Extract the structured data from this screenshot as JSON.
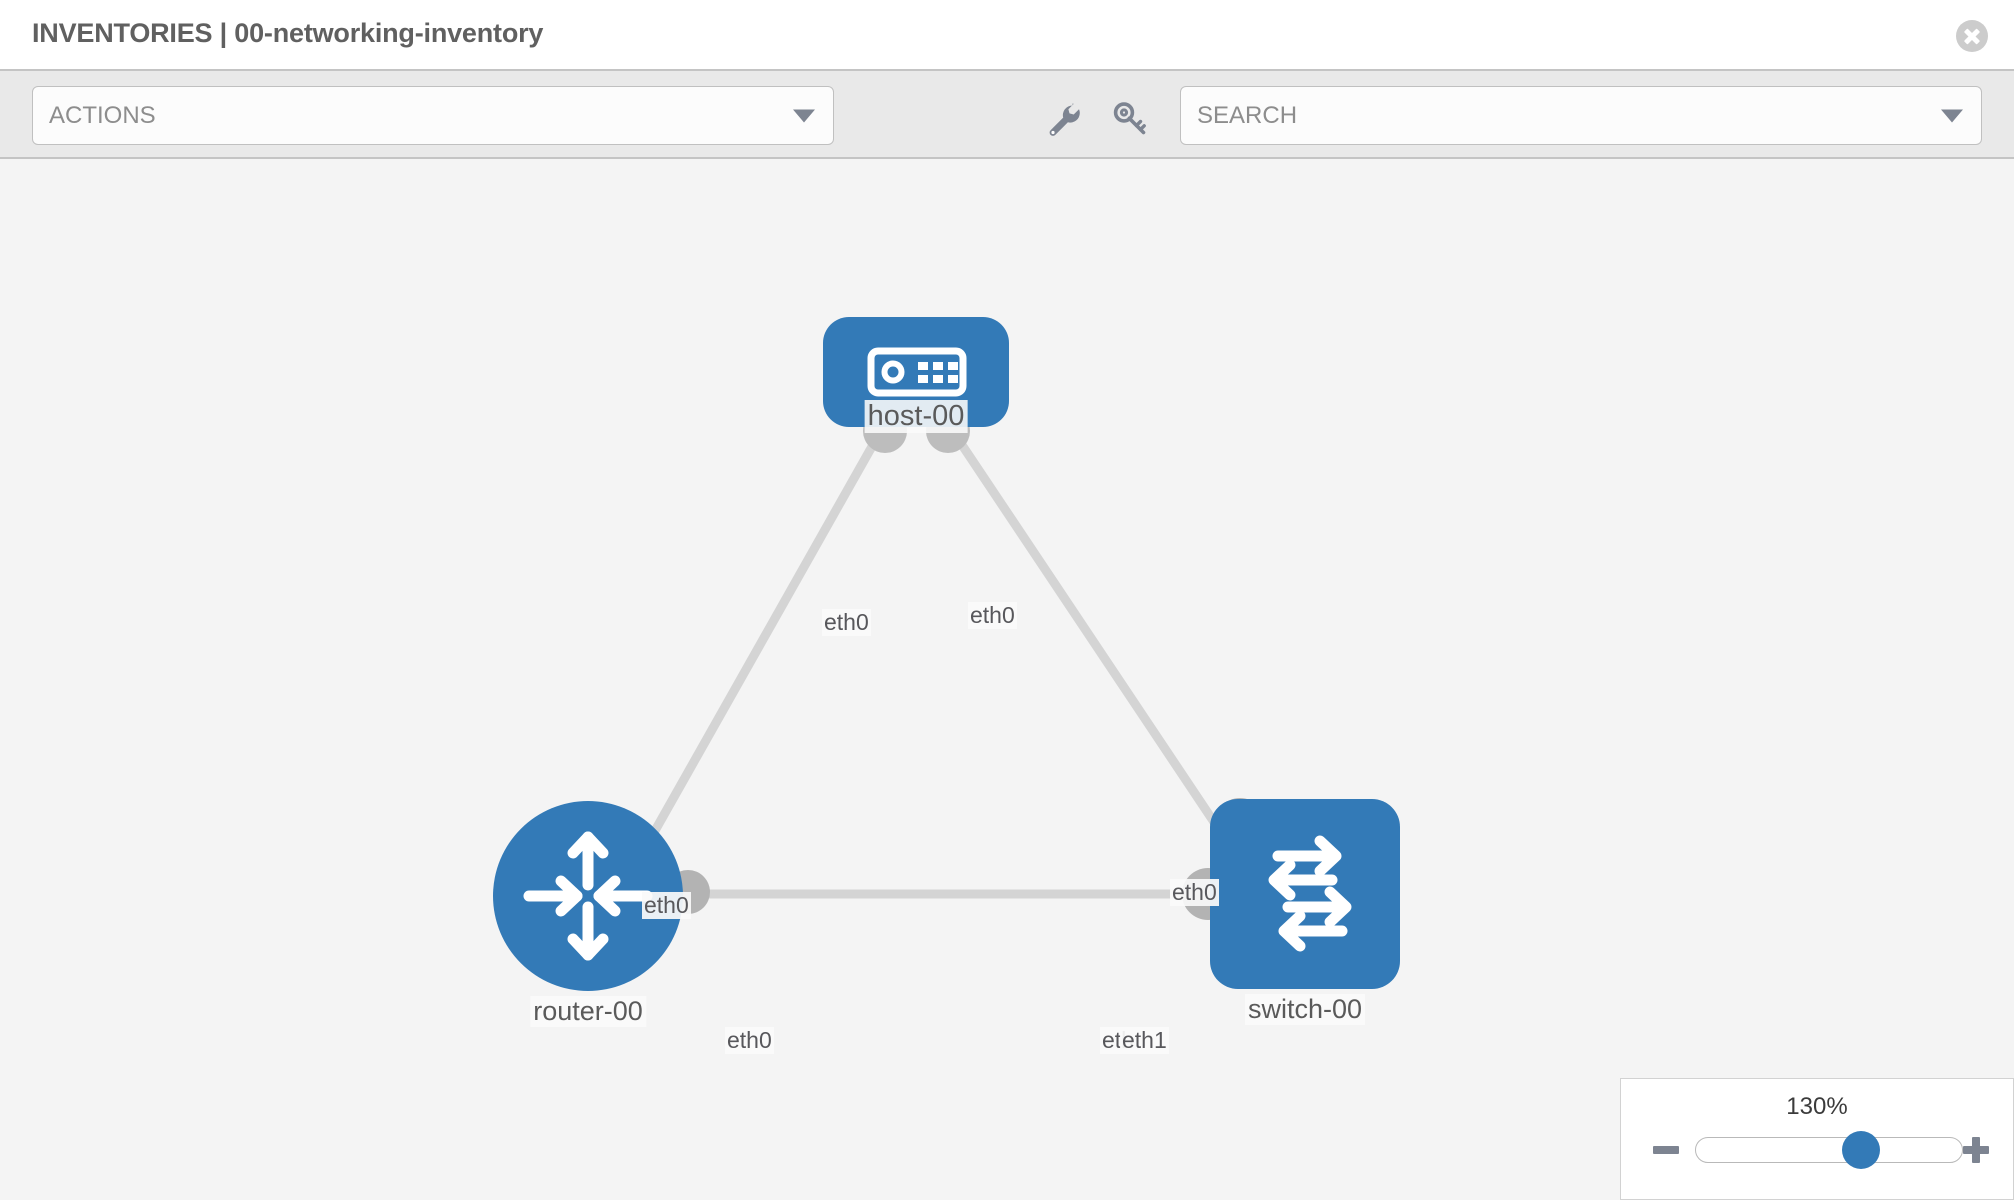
{
  "header": {
    "title": "INVENTORIES | 00-networking-inventory",
    "close_icon": "close-circle-icon"
  },
  "toolbar": {
    "actions_label": "ACTIONS",
    "actions_caret": "chevron-down-icon",
    "search_placeholder": "SEARCH",
    "search_caret": "chevron-down-icon",
    "wrench_icon": "wrench-icon",
    "key_icon": "key-icon"
  },
  "topology": {
    "nodes": [
      {
        "id": "host-00",
        "label": "host-00",
        "icon": "server-icon",
        "shape": "rounded-rect",
        "color": "#337ab7"
      },
      {
        "id": "router-00",
        "label": "router-00",
        "icon": "router-icon",
        "shape": "circle",
        "color": "#337ab7"
      },
      {
        "id": "switch-00",
        "label": "switch-00",
        "icon": "switch-icon",
        "shape": "rounded-rect",
        "color": "#337ab7"
      }
    ],
    "links": [
      {
        "from": "host-00",
        "from_if": "eth0",
        "to": "router-00",
        "to_if": "eth0"
      },
      {
        "from": "host-00",
        "from_if": "eth0",
        "to": "switch-00",
        "to_if": "eth0"
      },
      {
        "from": "router-00",
        "from_if": "eth0",
        "to": "switch-00",
        "to_if": "eth1"
      }
    ],
    "interface_labels": {
      "host_left": "eth0",
      "host_right": "eth0",
      "router_up": "eth0",
      "switch_up": "eth0",
      "router_right": "eth0",
      "switch_left_a": "eth",
      "switch_left_b": "eth1"
    },
    "link_color": "#d4d4d4",
    "port_color": "#b3b3b3",
    "canvas_background": "#f4f4f4"
  },
  "zoom": {
    "value_label": "130%",
    "minus_label": "minus-icon",
    "plus_label": "plus-icon",
    "thumb_percent": 62
  }
}
